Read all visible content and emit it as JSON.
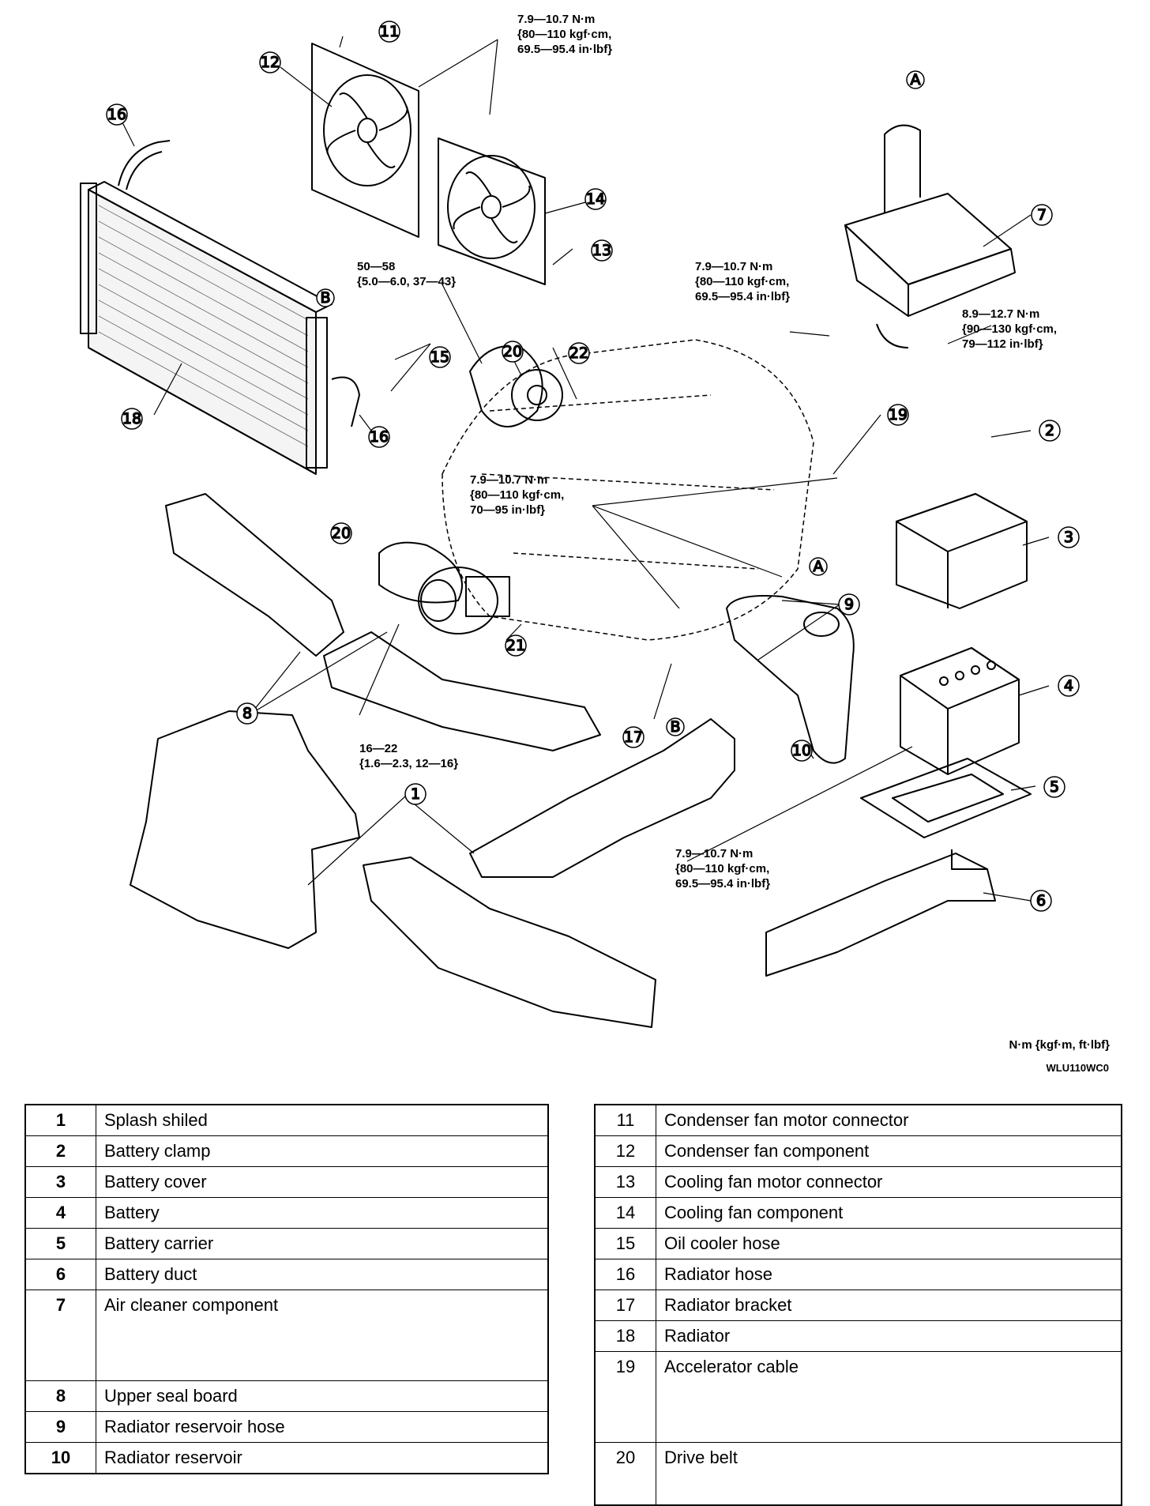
{
  "torque_specs": {
    "fan_bolts": [
      "7.9—10.7 N·m",
      "{80—110 kgf·cm,",
      "69.5—95.4 in·lbf}"
    ],
    "air_cleaner_left": [
      "7.9—10.7 N·m",
      "{80—110 kgf·cm,",
      "69.5—95.4 in·lbf}"
    ],
    "air_cleaner_right": [
      "8.9—12.7 N·m",
      "{90—130 kgf·cm,",
      "79—112 in·lbf}"
    ],
    "belt": [
      "50—58",
      "{5.0—6.0, 37—43}"
    ],
    "engine_center": [
      "7.9—10.7 N·m",
      "{80—110 kgf·cm,",
      "70—95 in·lbf}"
    ],
    "seal_board": [
      "16—22",
      "{1.6—2.3, 12—16}"
    ],
    "battery_carrier": [
      "7.9—10.7 N·m",
      "{80—110 kgf·cm,",
      "69.5—95.4 in·lbf}"
    ]
  },
  "callouts": [
    "1",
    "2",
    "3",
    "4",
    "5",
    "6",
    "7",
    "8",
    "9",
    "10",
    "11",
    "12",
    "13",
    "14",
    "15",
    "16",
    "17",
    "18",
    "19",
    "20",
    "21",
    "22"
  ],
  "reference_marks": [
    "A",
    "B"
  ],
  "units_note": "N·m {kgf·m, ft·lbf}",
  "figure_code": "WLU110WC0",
  "legend_left": [
    {
      "num": "1",
      "name": "Splash shiled"
    },
    {
      "num": "2",
      "name": "Battery clamp"
    },
    {
      "num": "3",
      "name": "Battery cover"
    },
    {
      "num": "4",
      "name": "Battery"
    },
    {
      "num": "5",
      "name": "Battery carrier"
    },
    {
      "num": "6",
      "name": "Battery duct"
    },
    {
      "num": "7",
      "name": "Air cleaner component"
    },
    {
      "num": "8",
      "name": "Upper seal board"
    },
    {
      "num": "9",
      "name": "Radiator reservoir hose"
    },
    {
      "num": "10",
      "name": "Radiator reservoir"
    }
  ],
  "legend_right": [
    {
      "num": "11",
      "name": "Condenser fan motor connector"
    },
    {
      "num": "12",
      "name": "Condenser fan component"
    },
    {
      "num": "13",
      "name": "Cooling fan motor connector"
    },
    {
      "num": "14",
      "name": "Cooling fan component"
    },
    {
      "num": "15",
      "name": "Oil cooler hose"
    },
    {
      "num": "16",
      "name": "Radiator hose"
    },
    {
      "num": "17",
      "name": "Radiator bracket"
    },
    {
      "num": "18",
      "name": "Radiator"
    },
    {
      "num": "19",
      "name": "Accelerator cable"
    },
    {
      "num": "20",
      "name": "Drive belt"
    }
  ]
}
